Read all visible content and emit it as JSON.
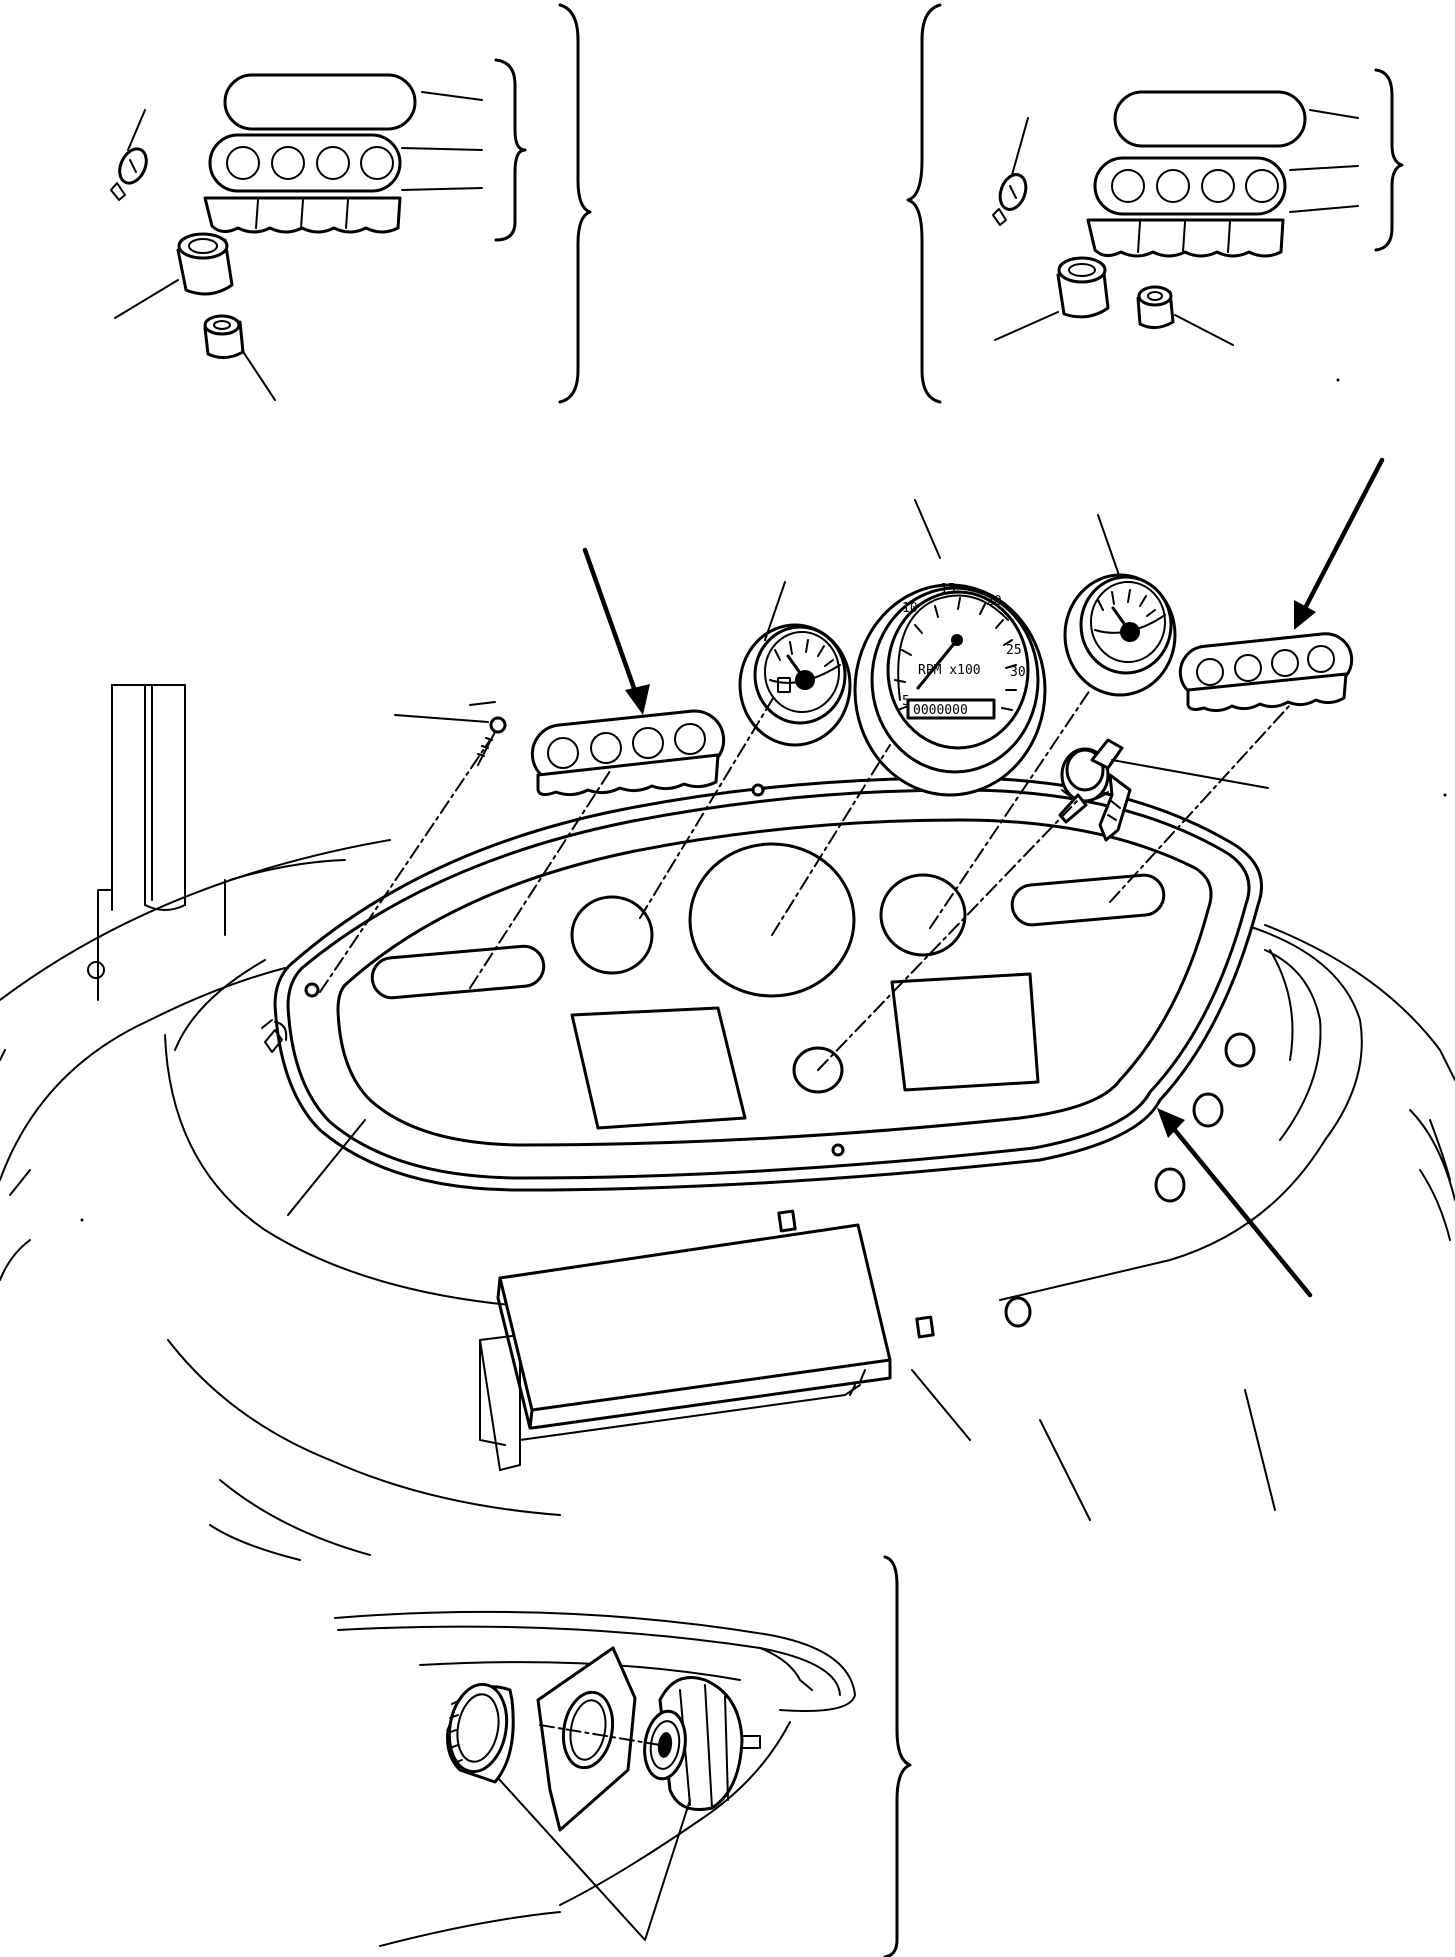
{
  "tachometer": {
    "scale_labels": [
      "5",
      "10",
      "15",
      "20",
      "25",
      "30"
    ],
    "unit_label": "RPM x100",
    "hour_counter": "0000000"
  }
}
